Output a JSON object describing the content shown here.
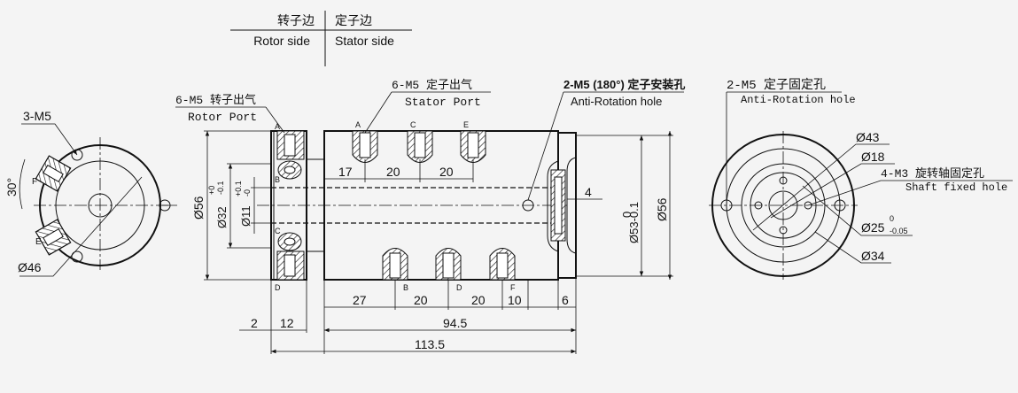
{
  "legend": {
    "rotor_cn": "转子边",
    "rotor_en": "Rotor side",
    "stator_cn": "定子边",
    "stator_en": "Stator side"
  },
  "left_view": {
    "holes_label": "3-M5",
    "angle_label": "30°",
    "dia_label": "Ø46",
    "port_f": "F",
    "port_e": "E"
  },
  "side_view": {
    "rotor_port_cn": "6-M5 转子出气",
    "rotor_port_en": "Rotor Port",
    "stator_port_cn": "6-M5 定子出气",
    "stator_port_en": "Stator Port",
    "anti_rot_cn": "2-M5 (180°) 定子安装孔",
    "anti_rot_en": "Anti-Rotation hole",
    "rotor_ports": [
      "A",
      "B",
      "C",
      "D"
    ],
    "stator_top_ports": [
      "A",
      "C",
      "E"
    ],
    "stator_bottom_ports": [
      "B",
      "D",
      "F"
    ],
    "dims": {
      "d56": "Ø56",
      "d32": "Ø32",
      "d32_tol_up": "+0",
      "d32_tol_dn": "-0.1",
      "d11": "Ø11",
      "d11_tol_up": "+0.1",
      "d11_tol_dn": "-0",
      "top_17": "17",
      "top_20a": "20",
      "top_20b": "20",
      "four": "4",
      "d53_top": "0",
      "d53": "Ø53-0.1",
      "d56_right": "Ø56",
      "bot_27": "27",
      "bot_20a": "20",
      "bot_20b": "20",
      "bot_10": "10",
      "bot_6": "6",
      "two": "2",
      "twelve": "12",
      "len_945": "94.5",
      "len_1135": "113.5"
    }
  },
  "right_view": {
    "holes_cn": "2-M5 定子固定孔",
    "holes_en": "Anti-Rotation hole",
    "d43": "Ø43",
    "d18": "Ø18",
    "shaft_cn": "4-M3 旋转轴固定孔",
    "shaft_en": "Shaft fixed hole",
    "d25": "Ø25",
    "d25_tol_up": "0",
    "d25_tol_dn": "-0.05",
    "d34": "Ø34"
  }
}
